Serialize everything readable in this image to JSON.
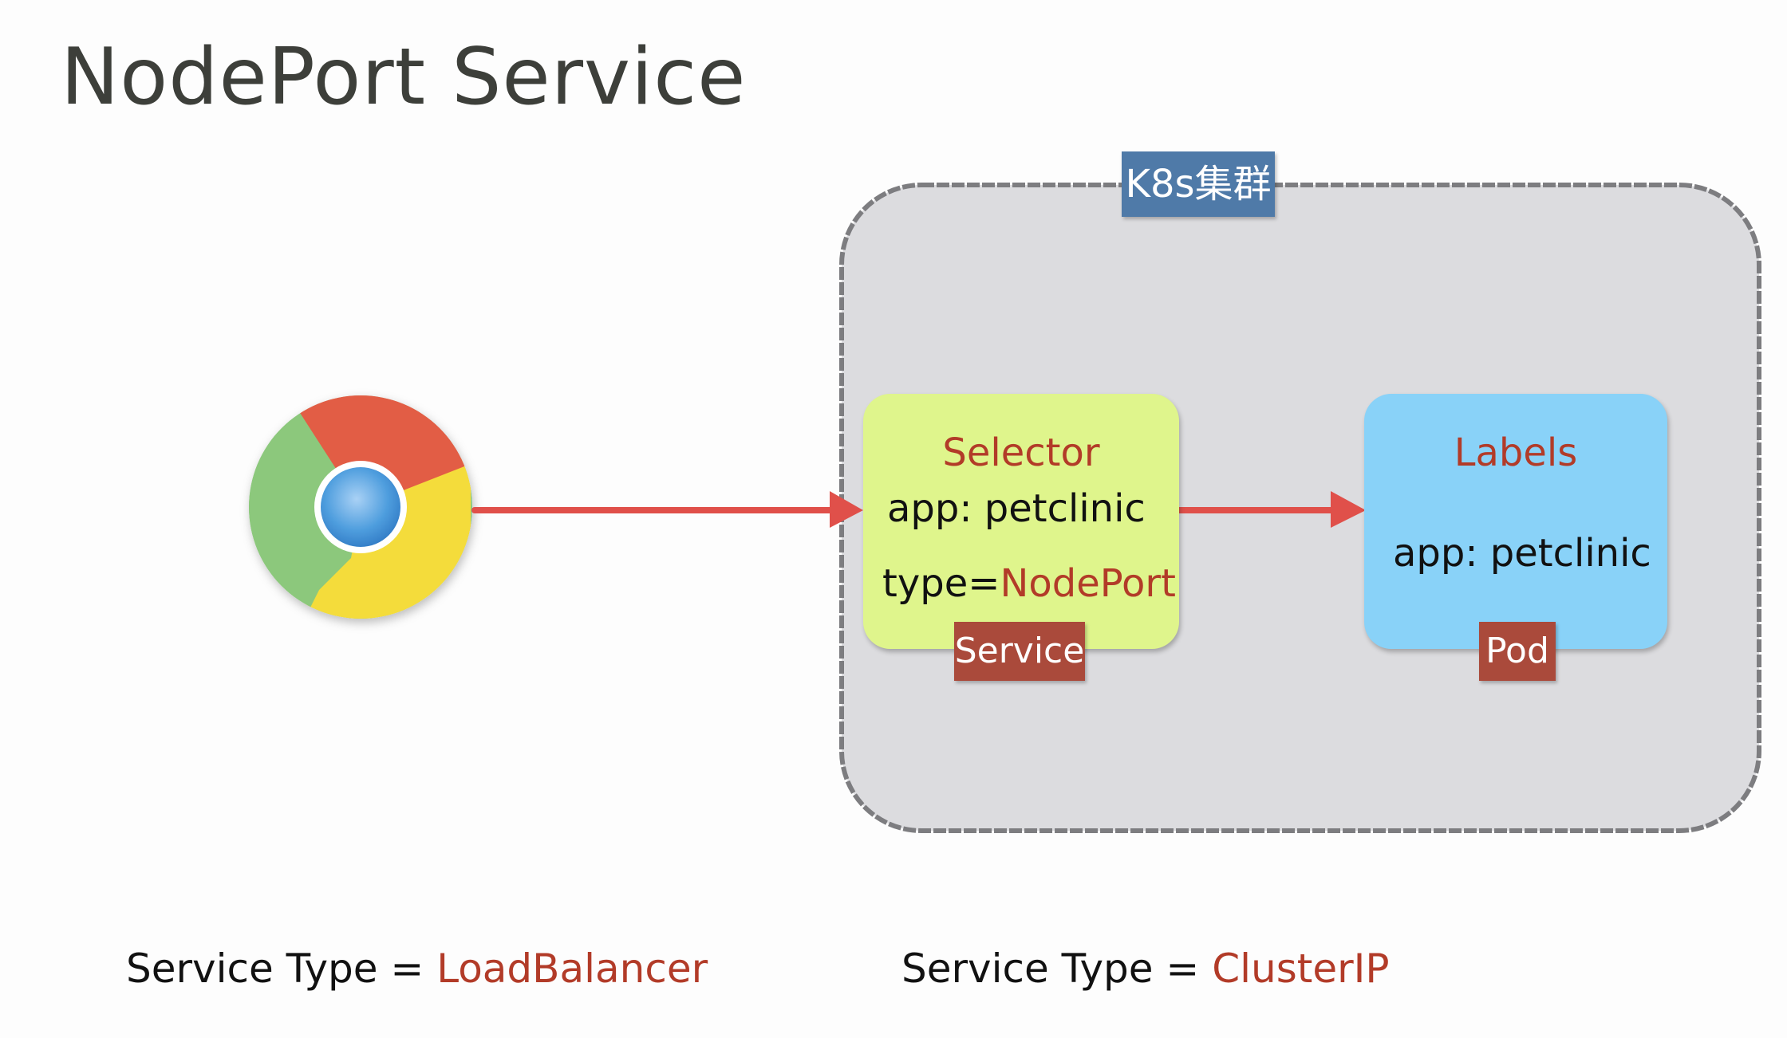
{
  "title": "NodePort Service",
  "cluster": {
    "label": "K8s集群"
  },
  "service": {
    "heading": "Selector",
    "selector": "app: petclinic",
    "type_prefix": "type=",
    "type_value": "NodePort",
    "tag": "Service"
  },
  "pod": {
    "heading": "Labels",
    "label_value": "app: petclinic",
    "tag": "Pod"
  },
  "footer": {
    "left_prefix": "Service Type = ",
    "left_value": "LoadBalancer",
    "right_prefix": "Service Type = ",
    "right_value": "ClusterIP"
  },
  "colors": {
    "accent_red": "#b23b28",
    "service_box": "#dff58c",
    "pod_box": "#89d2f8",
    "cluster_fill": "#dcdcdf",
    "cluster_tag": "#4f7aa8",
    "arrow": "#e0504a"
  },
  "icons": {
    "client": "chrome-browser-icon"
  }
}
